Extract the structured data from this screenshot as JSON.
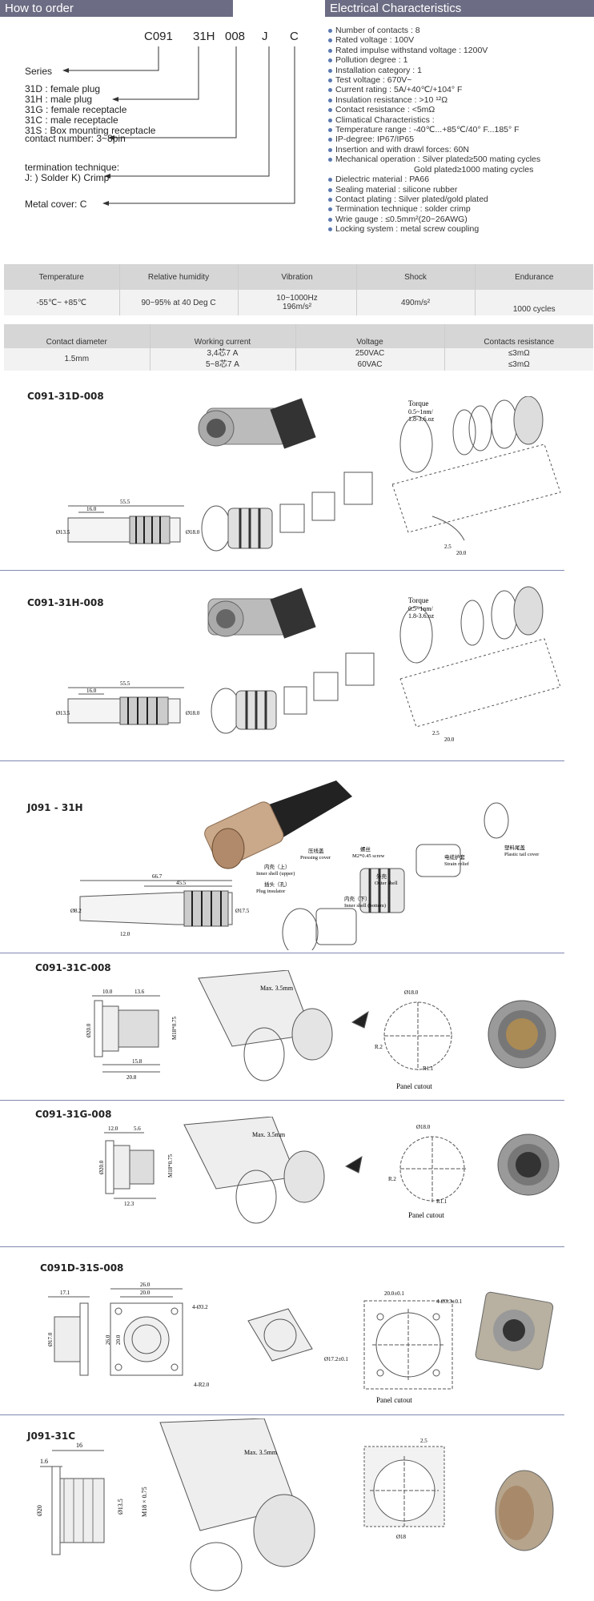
{
  "how_to_order": {
    "title": "How to order",
    "code_parts": [
      "C091",
      "31H",
      "008",
      "J",
      "C"
    ],
    "series_label": "Series",
    "series_options": [
      "31D : female plug",
      "31H : male plug",
      "31G : female receptacle",
      "31C : male receptacle",
      "31S : Box mounting receptacle"
    ],
    "contact_number": "contact number: 3~8pin",
    "termination_label": "termination technique:",
    "termination_options": "J: ) Solder   K) Crimp",
    "metal_cover": "Metal cover: C"
  },
  "electrical": {
    "title": "Electrical Characteristics",
    "items": [
      {
        "text": "Number of contacts : 8",
        "bullet": true
      },
      {
        "text": "Rated voltage : 100V",
        "bullet": true
      },
      {
        "text": "Rated impulse withstand voltage : 1200V",
        "bullet": true
      },
      {
        "text": "Pollution degree : 1",
        "bullet": true
      },
      {
        "text": "Installation category : 1",
        "bullet": true
      },
      {
        "text": "Test voltage : 670V~",
        "bullet": true
      },
      {
        "text": "Current rating : 5A/+40℃/+104° F",
        "bullet": true
      },
      {
        "text": "Insulation resistance : >10 ¹²Ω",
        "bullet": true
      },
      {
        "text": "Contact resistance : <5mΩ",
        "bullet": true
      },
      {
        "text": "Climatical Characteristics :",
        "bullet": true
      },
      {
        "text": "Temperature range : -40℃...+85℃/40° F...185° F",
        "bullet": true
      },
      {
        "text": "IP-degree: IP67/IP65",
        "bullet": true
      },
      {
        "text": "Insertion and with drawl forces: 60N",
        "bullet": true
      },
      {
        "text": "Mechanical operation : Silver plated≥500 mating cycles",
        "bullet": true
      },
      {
        "text": "Gold plated≥1000 mating cycles",
        "bullet": false
      },
      {
        "text": "Dielectric material : PA66",
        "bullet": true
      },
      {
        "text": "Sealing material : silicone rubber",
        "bullet": true
      },
      {
        "text": "Contact plating : Silver plated/gold plated",
        "bullet": true
      },
      {
        "text": "Termination technique : solder crimp",
        "bullet": true
      },
      {
        "text": "Wrie gauge : ≤0.5mm²(20~26AWG)",
        "bullet": true
      },
      {
        "text": "Locking system : metal screw coupling",
        "bullet": true
      }
    ]
  },
  "env_table": {
    "headers": [
      "Temperature",
      "Relative humidity",
      "Vibration",
      "Shock",
      "Endurance"
    ],
    "row": [
      "-55℃~ +85℃",
      "90~95% at 40 Deg C",
      "10~1000Hz",
      "196m/s²",
      "490m/s²",
      "1000 cycles"
    ]
  },
  "contact_table": {
    "headers": [
      "Contact diameter",
      "Working current",
      "Voltage",
      "Contacts resistance"
    ],
    "diameter": "1.5mm",
    "rows": [
      [
        "3,4芯7 A",
        "250VAC",
        "≤3mΩ"
      ],
      [
        "5~8芯7 A",
        "60VAC",
        "≤3mΩ"
      ]
    ]
  },
  "sections": [
    {
      "title": "C091-31D-008",
      "torque": "Torque",
      "torque1": "0.5~1nm/",
      "torque2": "1.8-3.6.oz",
      "dims": [
        "55.5",
        "16.0",
        "Ø18.0",
        "Ø13.5",
        "2.5",
        "20.0"
      ]
    },
    {
      "title": "C091-31H-008",
      "torque": "Torque",
      "torque1": "0.5~1nm/",
      "torque2": "1.8-3.6.oz",
      "dims": [
        "55.5",
        "16.0",
        "Ø18.0",
        "Ø13.5",
        "2.5",
        "20.0"
      ]
    },
    {
      "title": "J091 - 31H",
      "dims": [
        "66.7",
        "45.5",
        "Ø8.2",
        "Ø17.5",
        "12.0"
      ],
      "parts": [
        "Pressing cover",
        "M2*0.45 screw",
        "Strain relief",
        "Plastic tail cover",
        "Inner shell (upper)",
        "Plug insulator",
        "Outer shell",
        "Inner shell (bottom)"
      ],
      "parts_cn": [
        "压线盖",
        "螺丝",
        "电缆护套",
        "塑料尾盖",
        "内壳（上）",
        "插头（孔）",
        "外壳",
        "内壳（下）"
      ]
    },
    {
      "title": "C091-31C-008",
      "max": "Max. 3.5mm",
      "cutout": "Panel cutout",
      "dims": [
        "10.0",
        "13.6",
        "Ø20.0",
        "M18*0.75",
        "15.8",
        "20.8",
        "Ø18.0",
        "R1.1",
        "R.2"
      ]
    },
    {
      "title": "C091-31G-008",
      "max": "Max. 3.5mm",
      "cutout": "Panel cutout",
      "dims": [
        "12.0",
        "5.6",
        "Ø20.0",
        "M18*0.75",
        "12.3",
        "Ø18.0",
        "R1.1",
        "R.2"
      ]
    },
    {
      "title": "C091D-31S-008",
      "cutout": "Panel cutout",
      "dims": [
        "17.1",
        "26.0",
        "20.0",
        "Ø17.0",
        "26.0",
        "20.0",
        "4-Ø3.2",
        "4-R2.0",
        "20.0±0.1",
        "4-Ø3.3±0.1",
        "Ø17.2±0.1"
      ]
    },
    {
      "title": "J091-31C",
      "max": "Max. 3.5mm",
      "dims": [
        "16",
        "1.6",
        "Ø20",
        "Ø13.5",
        "M18 × 0.75",
        "2.5",
        "Ø18"
      ]
    }
  ]
}
